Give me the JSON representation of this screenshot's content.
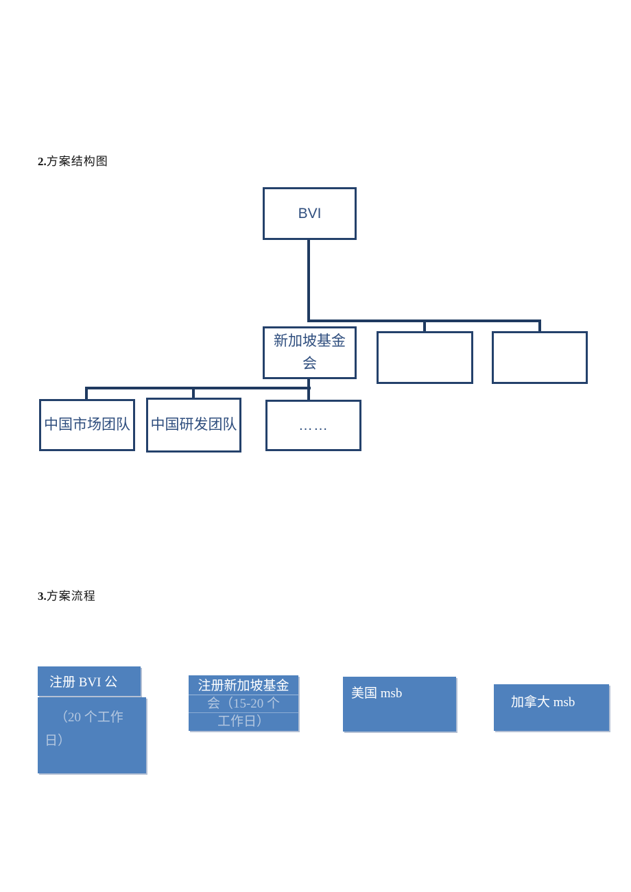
{
  "sections": {
    "structure": {
      "num": "2.",
      "title": "方案结构图"
    },
    "flow": {
      "num": "3.",
      "title": "方案流程"
    }
  },
  "org_chart": {
    "root_label": "BVI",
    "fund_label": "新加坡基金会",
    "empty_box_1": "",
    "empty_box_2": "",
    "team_1": "中国市场团队",
    "team_2": "中国研发团队",
    "ellipsis": "……"
  },
  "flow": {
    "steps": [
      {
        "line1": "注册 BVI 公",
        "line2": "（20 个工作",
        "line3": "日）"
      },
      {
        "line1": "注册新加坡基金",
        "line2": "会（15-20 个",
        "line3": "工作日）"
      },
      {
        "line1": "美国 msb"
      },
      {
        "line1": "加拿大 msb"
      }
    ]
  },
  "colors": {
    "border": "#24416B",
    "connector": "#1F3A60",
    "boxtext": "#2F4E7E",
    "flowfill": "#4F81BD",
    "faded": "#B5C8E0",
    "flowtext": "#FFFFFF"
  }
}
